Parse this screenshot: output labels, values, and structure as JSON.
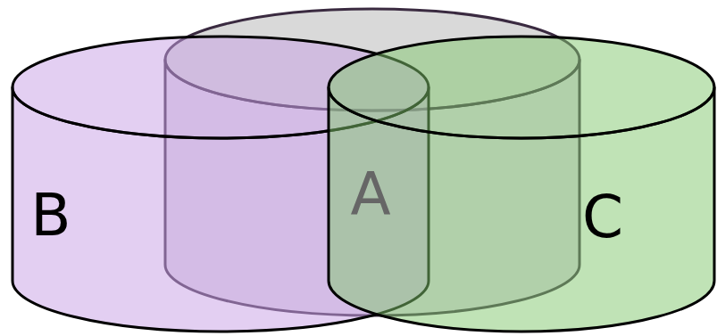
{
  "diagram": {
    "nodes": [
      {
        "text": [
          "B"
        ]
      },
      {
        "text": [
          "A"
        ]
      },
      {
        "text": [
          "C"
        ]
      }
    ]
  }
}
